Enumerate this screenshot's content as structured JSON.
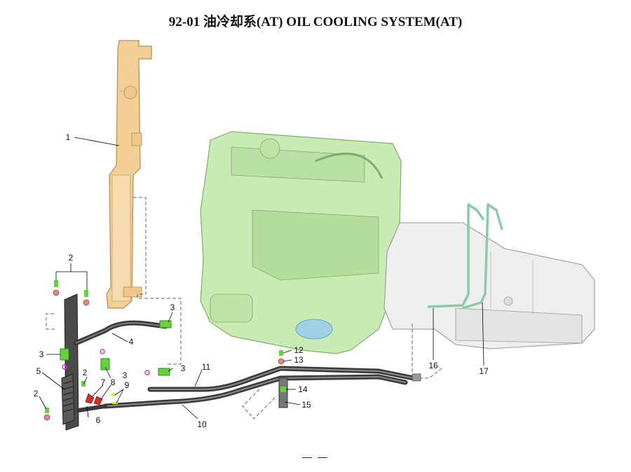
{
  "title": "92-01  油冷却系(AT) OIL COOLING SYSTEM(AT)",
  "footer": "—  —",
  "callouts": [
    "1",
    "2",
    "2",
    "2",
    "3",
    "3",
    "3",
    "3",
    "4",
    "5",
    "6",
    "7",
    "8",
    "9",
    "10",
    "11",
    "12",
    "13",
    "14",
    "15",
    "16",
    "17"
  ],
  "colors": {
    "radiator": "#f3cf98",
    "radiator_edge": "#b78a4d",
    "engine": "#c8eab3",
    "engine_edge": "#7fae6c",
    "transmission": "#eeeeee",
    "transmission_edge": "#9a9a9a",
    "pipe": "#3a3a3a",
    "pipe_green": "#8cc9a8",
    "fitting_green": "#63d33a",
    "fitting_magenta": "#d431d4",
    "leader": "#000000"
  }
}
